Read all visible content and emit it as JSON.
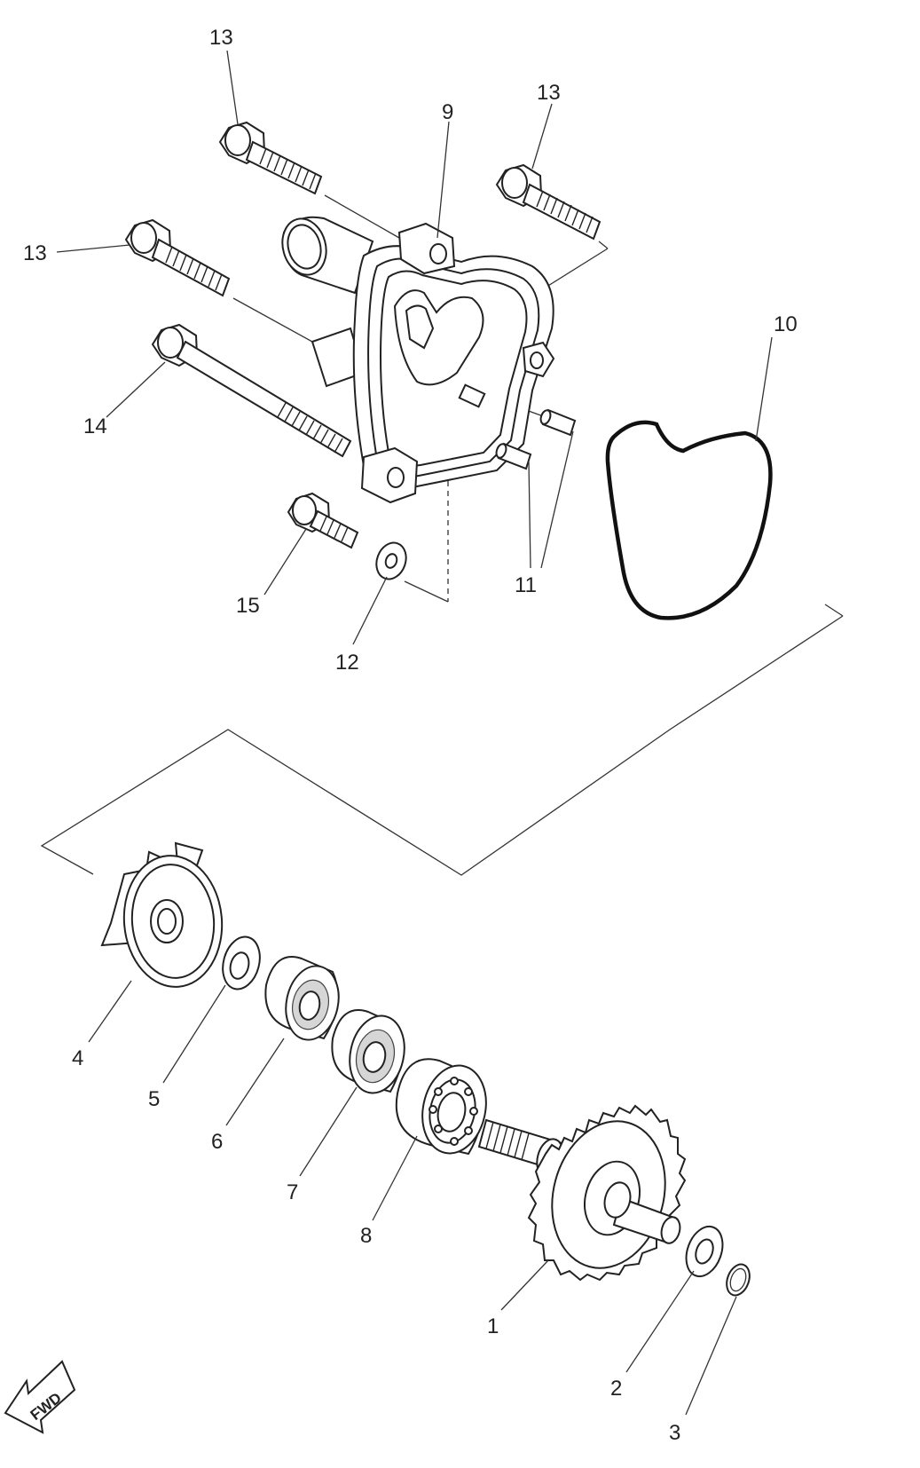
{
  "callouts": [
    {
      "id": "c13a",
      "text": "13"
    },
    {
      "id": "c13b",
      "text": "13"
    },
    {
      "id": "c13c",
      "text": "13"
    },
    {
      "id": "c9",
      "text": "9"
    },
    {
      "id": "c10",
      "text": "10"
    },
    {
      "id": "c14",
      "text": "14"
    },
    {
      "id": "c11",
      "text": "11"
    },
    {
      "id": "c15",
      "text": "15"
    },
    {
      "id": "c12",
      "text": "12"
    },
    {
      "id": "c4",
      "text": "4"
    },
    {
      "id": "c5",
      "text": "5"
    },
    {
      "id": "c6",
      "text": "6"
    },
    {
      "id": "c7",
      "text": "7"
    },
    {
      "id": "c8",
      "text": "8"
    },
    {
      "id": "c1",
      "text": "1"
    },
    {
      "id": "c2",
      "text": "2"
    },
    {
      "id": "c3",
      "text": "3"
    }
  ],
  "fwd_arrow": {
    "text": "FWD"
  },
  "colors": {
    "line": "#222222",
    "background": "#ffffff"
  }
}
